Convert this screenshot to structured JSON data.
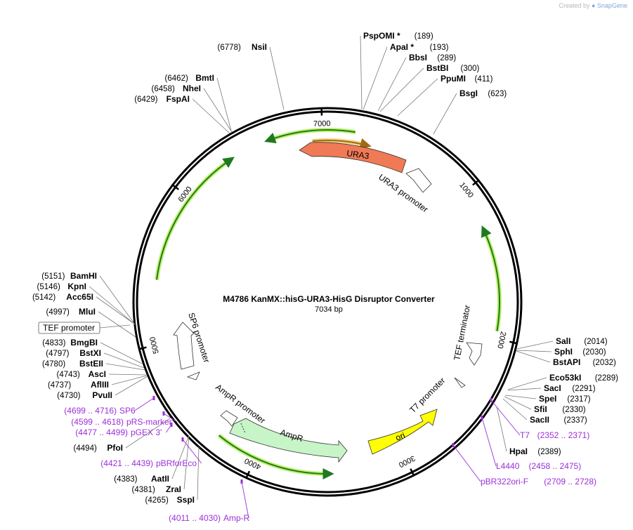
{
  "credit": {
    "prefix": "Created by",
    "brand": "SnapGene"
  },
  "plasmid": {
    "name": "M4786 KanMX::hisG-URA3-HisG Disruptor Converter",
    "length_label": "7034 bp",
    "length": 7034
  },
  "ticks": [
    {
      "pos": 1000,
      "label": "1000"
    },
    {
      "pos": 2000,
      "label": "2000"
    },
    {
      "pos": 3000,
      "label": "3000"
    },
    {
      "pos": 4000,
      "label": "4000"
    },
    {
      "pos": 5000,
      "label": "5000"
    },
    {
      "pos": 6000,
      "label": "6000"
    },
    {
      "pos": 7000,
      "label": "7000"
    }
  ],
  "enzymes": [
    {
      "name": "NsiI",
      "pos_label": "(6778)",
      "pos": 6778,
      "side": "left"
    },
    {
      "name": "BmtI",
      "pos_label": "(6462)",
      "pos": 6462,
      "side": "left"
    },
    {
      "name": "NheI",
      "pos_label": "(6458)",
      "pos": 6458,
      "side": "left"
    },
    {
      "name": "FspAI",
      "pos_label": "(6429)",
      "pos": 6429,
      "side": "left"
    },
    {
      "name": "PspOMI *",
      "pos_label": "(189)",
      "pos": 189,
      "side": "right"
    },
    {
      "name": "ApaI *",
      "pos_label": "(193)",
      "pos": 193,
      "side": "right"
    },
    {
      "name": "BbsI",
      "pos_label": "(289)",
      "pos": 289,
      "side": "right"
    },
    {
      "name": "BstBI",
      "pos_label": "(300)",
      "pos": 300,
      "side": "right"
    },
    {
      "name": "PpuMI",
      "pos_label": "(411)",
      "pos": 411,
      "side": "right"
    },
    {
      "name": "BsgI",
      "pos_label": "(623)",
      "pos": 623,
      "side": "right"
    },
    {
      "name": "SalI",
      "pos_label": "(2014)",
      "pos": 2014,
      "side": "right"
    },
    {
      "name": "SphI",
      "pos_label": "(2030)",
      "pos": 2030,
      "side": "right"
    },
    {
      "name": "BstAPI",
      "pos_label": "(2032)",
      "pos": 2032,
      "side": "right"
    },
    {
      "name": "Eco53kI",
      "pos_label": "(2289)",
      "pos": 2289,
      "side": "right"
    },
    {
      "name": "SacI",
      "pos_label": "(2291)",
      "pos": 2291,
      "side": "right"
    },
    {
      "name": "SpeI",
      "pos_label": "(2317)",
      "pos": 2317,
      "side": "right"
    },
    {
      "name": "SfiI",
      "pos_label": "(2330)",
      "pos": 2330,
      "side": "right"
    },
    {
      "name": "SacII",
      "pos_label": "(2337)",
      "pos": 2337,
      "side": "right"
    },
    {
      "name": "HpaI",
      "pos_label": "(2389)",
      "pos": 2389,
      "side": "right"
    },
    {
      "name": "BamHI",
      "pos_label": "(5151)",
      "pos": 5151,
      "side": "left"
    },
    {
      "name": "KpnI",
      "pos_label": "(5146)",
      "pos": 5146,
      "side": "left"
    },
    {
      "name": "Acc65I",
      "pos_label": "(5142)",
      "pos": 5142,
      "side": "left"
    },
    {
      "name": "MluI",
      "pos_label": "(4997)",
      "pos": 4997,
      "side": "left"
    },
    {
      "name": "BmgBI",
      "pos_label": "(4833)",
      "pos": 4833,
      "side": "left"
    },
    {
      "name": "BstXI",
      "pos_label": "(4797)",
      "pos": 4797,
      "side": "left"
    },
    {
      "name": "BstEII",
      "pos_label": "(4780)",
      "pos": 4780,
      "side": "left"
    },
    {
      "name": "AscI",
      "pos_label": "(4743)",
      "pos": 4743,
      "side": "left"
    },
    {
      "name": "AflIII",
      "pos_label": "(4737)",
      "pos": 4737,
      "side": "left"
    },
    {
      "name": "PvuII",
      "pos_label": "(4730)",
      "pos": 4730,
      "side": "left"
    },
    {
      "name": "PfoI",
      "pos_label": "(4494)",
      "pos": 4494,
      "side": "left"
    },
    {
      "name": "AatII",
      "pos_label": "(4383)",
      "pos": 4383,
      "side": "left"
    },
    {
      "name": "ZraI",
      "pos_label": "(4381)",
      "pos": 4381,
      "side": "left"
    },
    {
      "name": "SspI",
      "pos_label": "(4265)",
      "pos": 4265,
      "side": "left"
    }
  ],
  "primers": [
    {
      "name": "SP6",
      "range": "(4699 .. 4716)",
      "pos": 4707,
      "side": "left"
    },
    {
      "name": "pRS-marker",
      "range": "(4599 .. 4618)",
      "pos": 4608,
      "side": "left"
    },
    {
      "name": "pGEX 3'",
      "range": "(4477 .. 4499)",
      "pos": 4488,
      "side": "left"
    },
    {
      "name": "pBRforEco",
      "range": "(4421 .. 4439)",
      "pos": 4430,
      "side": "left"
    },
    {
      "name": "Amp-R",
      "range": "(4011 .. 4030)",
      "pos": 4020,
      "side": "left"
    },
    {
      "name": "T7",
      "range": "(2352 .. 2371)",
      "pos": 2361,
      "side": "right"
    },
    {
      "name": "L4440",
      "range": "(2458 .. 2475)",
      "pos": 2466,
      "side": "right"
    },
    {
      "name": "pBR322ori-F",
      "range": "(2709 .. 2728)",
      "pos": 2718,
      "side": "right"
    }
  ],
  "boxed_label": {
    "text": "TEF promoter"
  },
  "features": {
    "ura3": {
      "label": "URA3",
      "color": "#f07a55"
    },
    "ura3_promoter": {
      "label": "URA3 promoter"
    },
    "tef_terminator": {
      "label": "TEF terminator"
    },
    "t7_promoter": {
      "label": "T7 promoter"
    },
    "ori": {
      "label": "ori",
      "color": "#ffff00"
    },
    "ampr": {
      "label": "AmpR",
      "color": "#c8f5c8"
    },
    "ampr_promoter": {
      "label": "AmpR promoter"
    },
    "sp6_promoter": {
      "label": "SP6 promoter"
    }
  },
  "colors": {
    "primer": "#9b30d9",
    "orf_arc": "#1f7a1f",
    "orf_glow": "#bff06a",
    "orange_arc": "#f0b040"
  }
}
